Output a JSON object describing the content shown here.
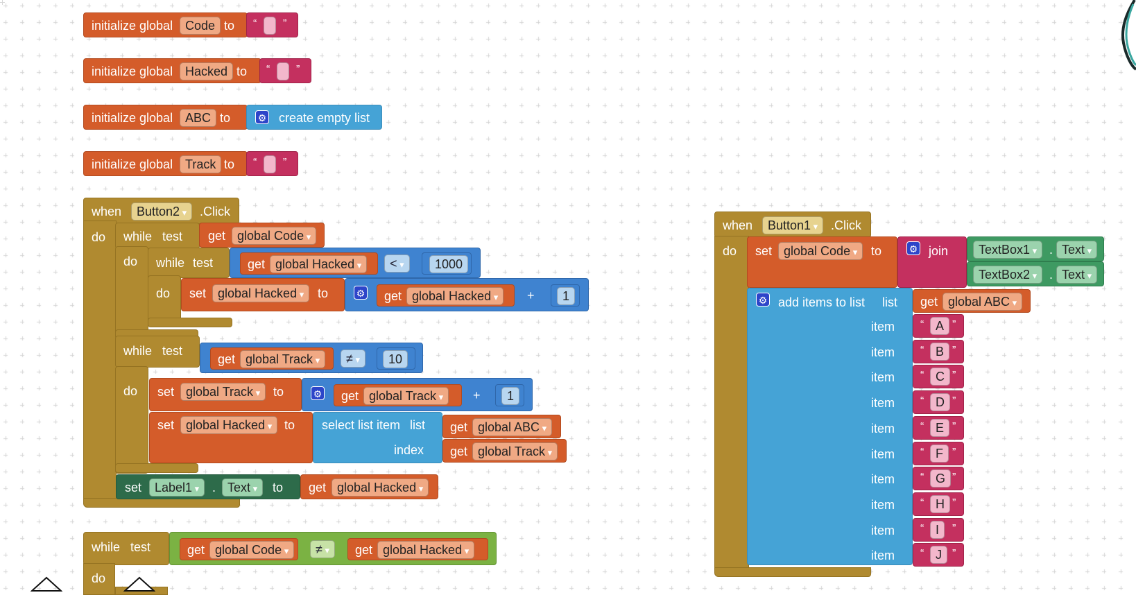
{
  "globals": [
    {
      "prefix": "initialize global",
      "name": "Code",
      "to": "to"
    },
    {
      "prefix": "initialize global",
      "name": "Hacked",
      "to": "to"
    },
    {
      "prefix": "initialize global",
      "name": "ABC",
      "to": "to",
      "value": "create empty list"
    },
    {
      "prefix": "initialize global",
      "name": "Track",
      "to": "to"
    }
  ],
  "quote_open": "“",
  "quote_close": "”",
  "kw": {
    "when": "when",
    "do": "do",
    "while": "while",
    "test": "test",
    "get": "get",
    "set": "set",
    "to": "to",
    "dot": ".",
    "plus": "+",
    "item": "item",
    "list": "list",
    "index": "index"
  },
  "button2": {
    "component": "Button2",
    "event": ".Click",
    "while1_get": "global Code",
    "while2_get": "global Hacked",
    "while2_op": "<",
    "while2_num": "1000",
    "set1_var": "global Hacked",
    "set1_get": "global Hacked",
    "set1_num": "1",
    "while3_get": "global Track",
    "while3_op": "≠",
    "while3_num": "10",
    "set2_var": "global Track",
    "set2_get": "global Track",
    "set2_num": "1",
    "set3_var": "global Hacked",
    "select_label": "select list item",
    "select_list": "global ABC",
    "select_index": "global Track",
    "label_comp": "Label1",
    "label_prop": "Text",
    "label_get": "global Hacked"
  },
  "loose_while": {
    "get1": "global Code",
    "op": "≠",
    "get2": "global Hacked"
  },
  "button1": {
    "component": "Button1",
    "event": ".Click",
    "set_var": "global Code",
    "join": "join",
    "tb1": "TextBox1",
    "tb1_prop": "Text",
    "tb2": "TextBox2",
    "tb2_prop": "Text",
    "add_label": "add items to list",
    "add_list_get": "global ABC",
    "letters": [
      "A",
      "B",
      "C",
      "D",
      "E",
      "F",
      "G",
      "H",
      "I",
      "J"
    ]
  },
  "icons": {
    "gear": "gear-icon",
    "collapse": "triangle-outline-icon",
    "dropdown": "chevron-down-icon"
  }
}
